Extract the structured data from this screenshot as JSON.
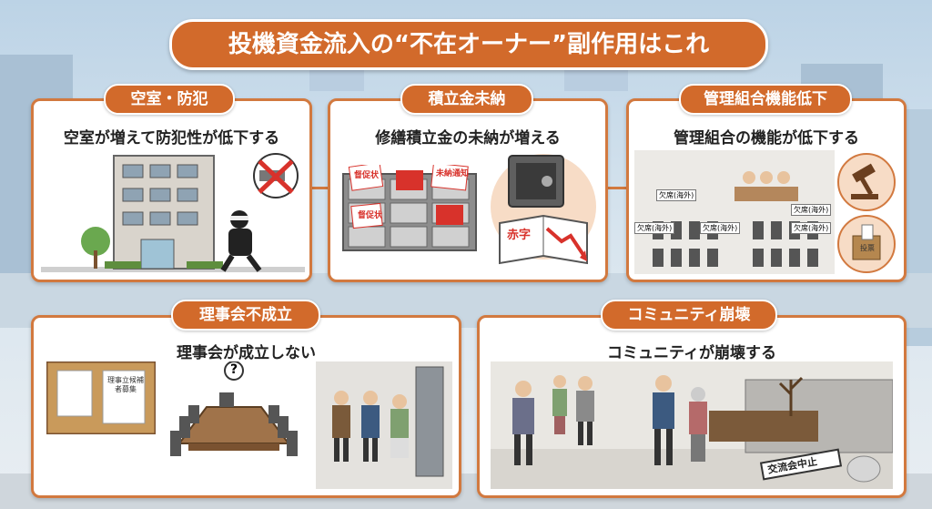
{
  "title": "投機資金流入の“不在オーナー”副作用はこれ",
  "panels": [
    {
      "tag": "空室・防犯",
      "subtitle": "空室が増えて防犯性が低下する"
    },
    {
      "tag": "積立金未納",
      "subtitle": "修繕積立金の未納が増える",
      "letters": [
        "督促状",
        "未納通知",
        "督促状"
      ],
      "ledger_label": "赤字"
    },
    {
      "tag": "管理組合機能低下",
      "subtitle": "管理組合の機能が低下する",
      "absent_labels": [
        "欠席(海外)",
        "欠席(海外)",
        "欠席(海外)",
        "欠席(海外)",
        "欠席(海外)"
      ],
      "ballot_label": "投票"
    },
    {
      "tag": "理事会不成立",
      "subtitle": "理事会が成立しない",
      "notice_label": "理事立候補者募集",
      "question": "?"
    },
    {
      "tag": "コミュニティ崩壊",
      "subtitle": "コミュニティが崩壊する",
      "sign_label": "交流会中止"
    }
  ],
  "colors": {
    "accent": "#d26a2b",
    "border": "#d2793f",
    "warning": "#d8322b"
  }
}
